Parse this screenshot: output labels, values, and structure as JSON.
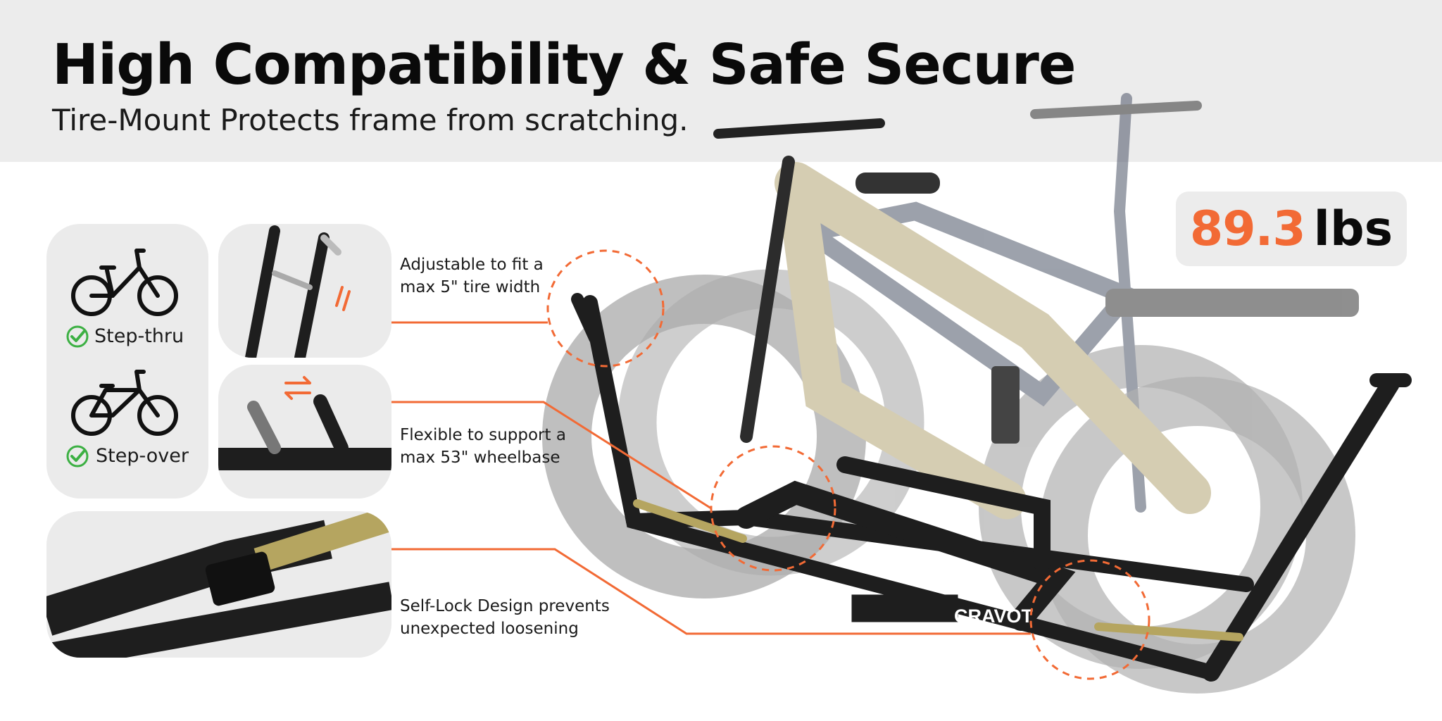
{
  "header": {
    "title": "High Compatibility & Safe Secure",
    "subtitle": "Tire-Mount Protects frame from scratching."
  },
  "bike_types": [
    {
      "label": "Step-thru",
      "icon": "step-thru-bike-icon"
    },
    {
      "label": "Step-over",
      "icon": "step-over-bike-icon"
    }
  ],
  "callouts": [
    {
      "line1": "Adjustable to fit a",
      "line2": "max 5\" tire width"
    },
    {
      "line1": "Flexible to support a",
      "line2": "max 53\" wheelbase"
    },
    {
      "line1": "Self-Lock Design prevents",
      "line2": "unexpected loosening"
    }
  ],
  "weight": {
    "value": "89.3",
    "unit": "lbs"
  },
  "product": {
    "brand": "CRAVOT"
  },
  "colors": {
    "accent": "#f26a35",
    "check": "#3cb043",
    "rack": "#1e1e1e",
    "band": "#ececec"
  }
}
